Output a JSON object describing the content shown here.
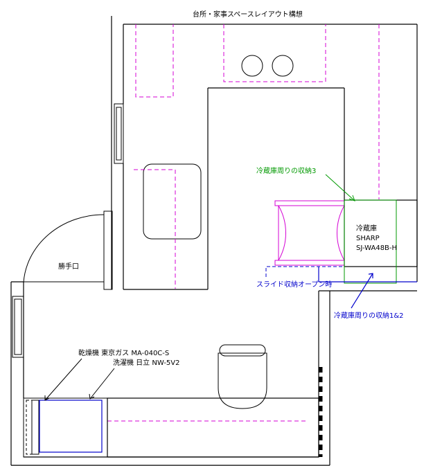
{
  "title": "台所・家事スペースレイアウト構想",
  "labels": {
    "door": "勝手口",
    "fridge_line1": "冷蔵庫",
    "fridge_line2": "SHARP",
    "fridge_line3": "SJ-WA48B-H",
    "storage3": "冷蔵庫周りの収納3",
    "slide_note": "スライド収納オープン時",
    "storage12": "冷蔵庫周りの収納1&2",
    "dryer": "乾燥機 東京ガス MA-040C-S",
    "washer": "洗濯機 日立 NW-5V2"
  },
  "colors": {
    "wall": "#000000",
    "existing_storage": "#d400d4",
    "new_storage": "#009900",
    "annotation": "#0000cc"
  }
}
